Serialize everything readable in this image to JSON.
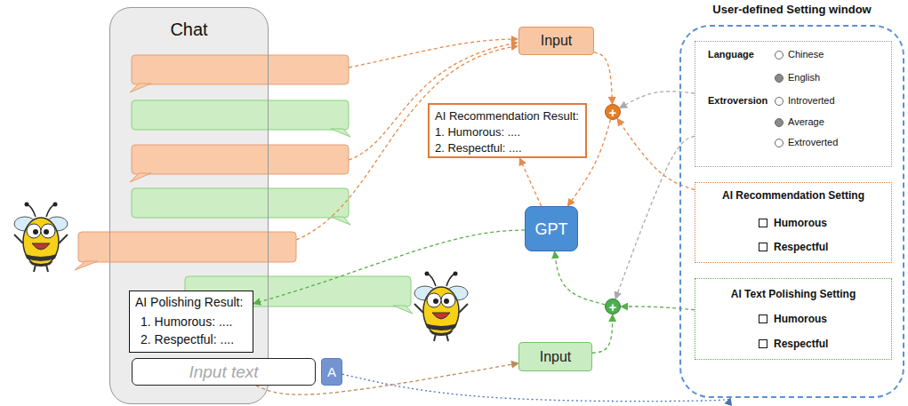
{
  "diagram": {
    "nodes": [
      {
        "text": [
          "Chat"
        ]
      },
      {
        "text": [
          "AI Polishing Result:",
          "1. Humorous: ....",
          "2. Respectful: ...."
        ],
        "in": 0
      },
      {
        "text": [
          "Input text"
        ],
        "in": 0
      },
      {
        "text": [
          "A"
        ],
        "in": 0
      },
      {
        "text": [
          "Input"
        ]
      },
      {
        "text": [
          "AI Recommendation Result:",
          "1. Humorous: ....",
          "2. Respectful: ...."
        ]
      },
      {
        "text": [
          "+"
        ]
      },
      {
        "text": [
          "GPT"
        ]
      },
      {
        "text": [
          "+"
        ]
      },
      {
        "text": [
          "Input"
        ]
      },
      {
        "text": [
          "User-defined Setting window"
        ]
      },
      {
        "text": [
          "Language",
          "Chinese",
          "English",
          "Extroversion",
          "Introverted",
          "Average",
          "Extroverted"
        ],
        "in": 10
      },
      {
        "text": [
          "AI Recommendation Setting",
          "Humorous",
          "Respectful"
        ],
        "in": 10
      },
      {
        "text": [
          "AI Text Polishing Setting",
          "Humorous",
          "Respectful"
        ],
        "in": 10
      }
    ],
    "edges": [
      {
        "from": 4,
        "to": 6,
        "arrow": "to"
      },
      {
        "from": 11,
        "to": 6,
        "arrow": "to"
      },
      {
        "from": 12,
        "to": 6,
        "arrow": "to"
      },
      {
        "from": 6,
        "to": 7,
        "arrow": "to"
      },
      {
        "from": 7,
        "to": 5,
        "arrow": "to"
      },
      {
        "from": 7,
        "to": 1,
        "arrow": "to"
      },
      {
        "from": 2,
        "to": 9,
        "arrow": "to"
      },
      {
        "from": 9,
        "to": 8,
        "arrow": "to"
      },
      {
        "from": 11,
        "to": 8,
        "arrow": "to"
      },
      {
        "from": 13,
        "to": 8,
        "arrow": "to"
      },
      {
        "from": 8,
        "to": 7,
        "arrow": "to"
      },
      {
        "from": 3,
        "to": 10,
        "arrow": "to"
      }
    ]
  }
}
